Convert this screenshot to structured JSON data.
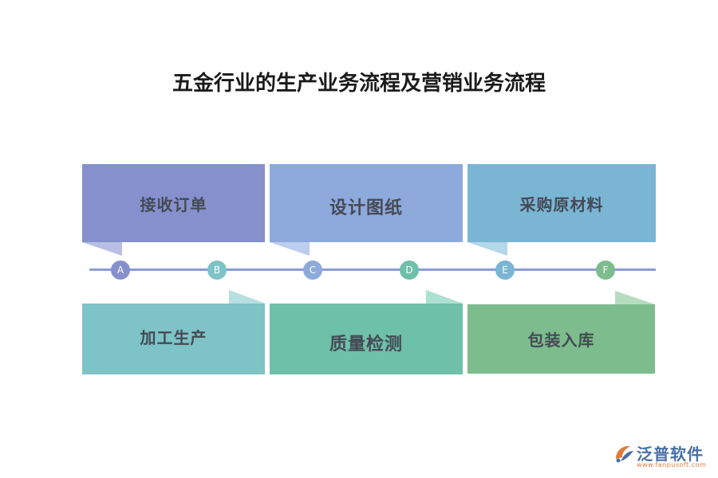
{
  "title": "五金行业的生产业务流程及营销业务流程",
  "steps": [
    {
      "label": "接收订单",
      "node": "A",
      "color": "#8690cc",
      "tail": "#b9bfe4"
    },
    {
      "label": "设计图纸",
      "node": "C",
      "color": "#8ea9dc",
      "tail": "#bccdee"
    },
    {
      "label": "采购原材料",
      "node": "E",
      "color": "#7ab5d4",
      "tail": "#b4d7ea"
    },
    {
      "label": "加工生产",
      "node": "B",
      "color": "#7ec3c6",
      "tail": "#b6dfe1"
    },
    {
      "label": "质量检测",
      "node": "D",
      "color": "#6fc0a8",
      "tail": "#ace0d0"
    },
    {
      "label": "包装入库",
      "node": "F",
      "color": "#7cbc8d",
      "tail": "#b6dcc0"
    }
  ],
  "timeline_color": "#8d9bd6",
  "logo": {
    "name": "泛普软件",
    "url": "www.fanpusoft.com"
  }
}
